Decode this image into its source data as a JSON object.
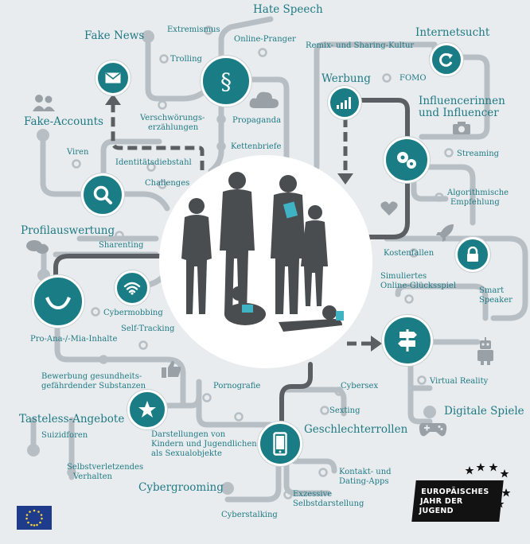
{
  "colors": {
    "teal": "#1a7d86",
    "line": "#b7bfc5",
    "dark": "#5b5f63",
    "bg": "#e9ecee",
    "text": "#1f7a84"
  },
  "headings": {
    "hate_speech": "Hate Speech",
    "fake_news": "Fake News",
    "internetsucht": "Internetsucht",
    "werbung": "Werbung",
    "influencer_1": "Influencerinnen",
    "influencer_2": "und Influencer",
    "fake_accounts": "Fake-Accounts",
    "profilauswertung": "Profilauswertung",
    "tasteless": "Tasteless-Angebote",
    "geschlechterrollen": "Geschlechterrollen",
    "cybergrooming": "Cybergrooming",
    "digitale_spiele": "Digitale Spiele"
  },
  "labels": {
    "extremismus": "Extremismus",
    "trolling": "Trolling",
    "online_pranger": "Online-Pranger",
    "remix_1": "Remix- und Sharing-Kultur",
    "fomo": "FOMO",
    "verschwoerung_1": "Verschwörungs-",
    "verschwoerung_2": "erzählungen",
    "propaganda": "Propaganda",
    "kettenbriefe": "Kettenbriefe",
    "viren": "Viren",
    "identitaet": "Identitätsdiebstahl",
    "challenges": "Challenges",
    "streaming": "Streaming",
    "algo_1": "Algorithmische",
    "algo_2": "Empfehlung",
    "sharenting": "Sharenting",
    "kostenfallen": "Kostenfallen",
    "simuliert_1": "Simuliertes",
    "simuliert_2": "Online-Glücksspiel",
    "smart_1": "Smart",
    "smart_2": "Speaker",
    "cybermobbing": "Cybermobbing",
    "self_tracking": "Self-Tracking",
    "pro_ana": "Pro-Ana-/-Mia-Inhalte",
    "bewerbung_1": "Bewerbung gesundheits-",
    "bewerbung_2": "gefährdender Substanzen",
    "virtual_reality": "Virtual Reality",
    "pornografie": "Pornografie",
    "cybersex": "Cybersex",
    "sexting": "Sexting",
    "suizidforen": "Suizidforen",
    "darst_1": "Darstellungen von",
    "darst_2": "Kindern und Jugendlichen",
    "darst_3": "als Sexualobjekte",
    "selbst_1": "Selbstverletzendes",
    "selbst_2": "Verhalten",
    "kontakt_1": "Kontakt- und",
    "kontakt_2": "Dating-Apps",
    "exzessiv_1": "Exzessive",
    "exzessiv_2": "Selbstdarstellung",
    "cyberstalking": "Cyberstalking"
  },
  "logo": {
    "line1": "EUROPÄISCHES",
    "line2": "JAHR DER",
    "line3": "JUGEND"
  },
  "icons": [
    "envelope-icon",
    "paragraph-icon",
    "refresh-icon",
    "bar-chart-icon",
    "gears-icon",
    "magnifier-icon",
    "wifi-icon",
    "hands-icon",
    "signpost-icon",
    "star-icon",
    "smartphone-icon",
    "lock-icon"
  ]
}
